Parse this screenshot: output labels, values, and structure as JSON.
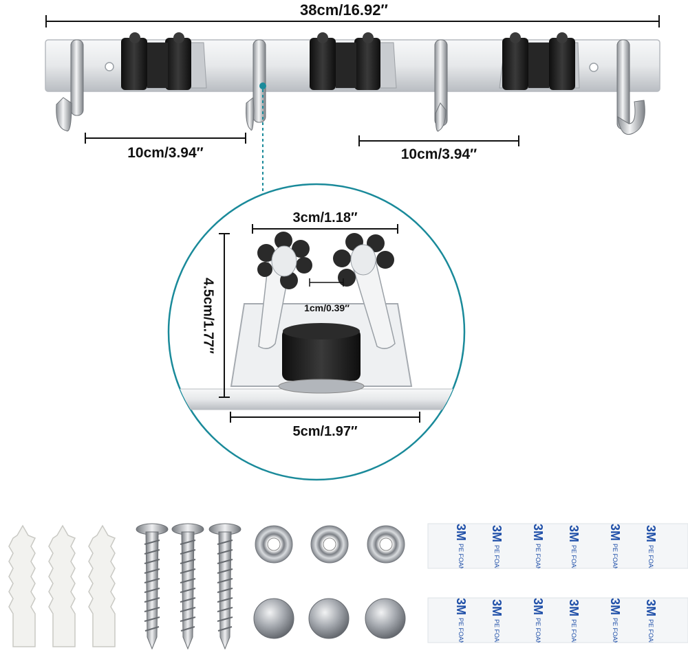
{
  "dimensions": {
    "total_length": "38cm/16.92″",
    "hook_spacing_left": "10cm/3.94″",
    "hook_spacing_right": "10cm/3.94″",
    "clip_width": "3cm/1.18″",
    "roller_gap": "1cm/0.39″",
    "clip_height": "4.5cm/1.77″",
    "clip_base_width": "5cm/1.97″"
  },
  "tape_text": {
    "brand": "3M",
    "material": "PE FOAM"
  },
  "colors": {
    "accent_teal": "#1a8a9a",
    "steel": "#d9dce0",
    "rubber": "#1b1b1b"
  }
}
